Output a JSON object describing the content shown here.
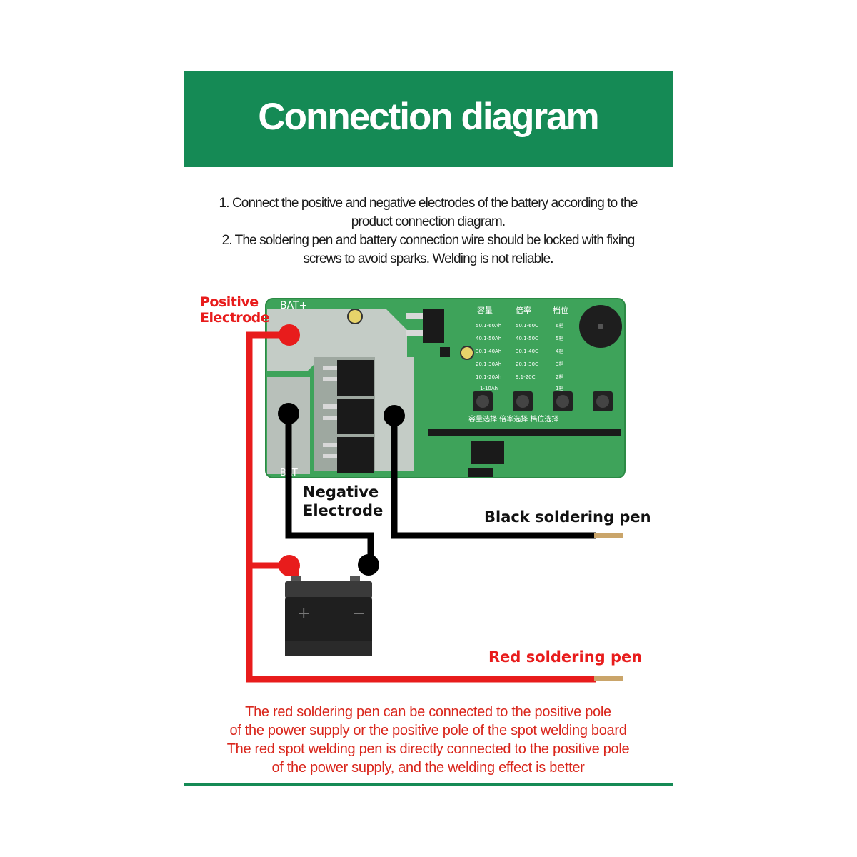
{
  "header": {
    "title": "Connection diagram"
  },
  "instructions": {
    "line1": "1. Connect the positive and negative electrodes of the battery according to the",
    "line2": "product connection diagram.",
    "line3": "2. The soldering pen and battery connection wire should be locked with fixing",
    "line4": "screws to avoid sparks. Welding is not reliable."
  },
  "labels": {
    "positive_line1": "Positive",
    "positive_line2": "Electrode",
    "negative_line1": "Negative",
    "negative_line2": "Electrode",
    "black_pen": "Black soldering pen",
    "red_pen": "Red soldering pen"
  },
  "board": {
    "bat_plus": "BAT+",
    "bat_minus": "BAT-",
    "col_capacity": "容量",
    "col_rate": "倍率",
    "col_gear": "档位",
    "capacity_rows": [
      "50.1-60Ah",
      "40.1-50Ah",
      "30.1-40Ah",
      "20.1-30Ah",
      "10.1-20Ah",
      "1-10Ah"
    ],
    "rate_rows": [
      "50.1-60C",
      "40.1-50C",
      "30.1-40C",
      "20.1-30C",
      "9.1-20C"
    ],
    "gear_rows": [
      "6档",
      "5档",
      "4档",
      "3档",
      "2档",
      "1档"
    ],
    "button_labels": "容量选择 倍率选择 档位选择",
    "battery_plus": "+",
    "battery_minus": "−"
  },
  "footer": {
    "line1": "The red soldering pen can be connected to the positive pole",
    "line2": "of the power supply or the positive pole of the spot welding board",
    "line3": "The red spot welding pen is directly connected to the positive pole",
    "line4": "of the power supply, and the welding effect is better"
  },
  "colors": {
    "brand_green": "#158a55",
    "red_wire": "#e81c1c",
    "black_wire": "#000000",
    "pcb_green": "#3ea35a",
    "footer_red": "#d9261c"
  }
}
